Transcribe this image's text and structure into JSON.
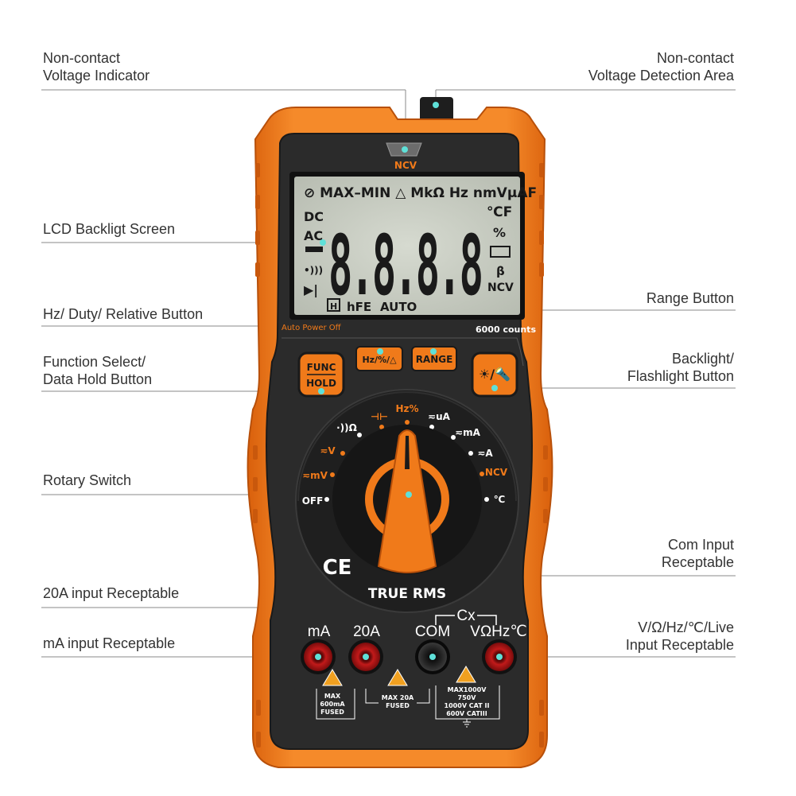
{
  "colors": {
    "body_orange": "#f07a1a",
    "body_dark": "#2a2a2a",
    "lcd_bg": "#c9cdc4",
    "callout_line": "#888888",
    "leader_dot": "#5fe0d8"
  },
  "callouts": {
    "ncv_indicator": {
      "line1": "Non-contact",
      "line2": "Voltage Indicator"
    },
    "ncv_area": {
      "line1": "Non-contact",
      "line2": "Voltage Detection Area"
    },
    "lcd": {
      "line1": "LCD Backligt Screen"
    },
    "hz_button": {
      "line1": "Hz/ Duty/ Relative Button"
    },
    "range_button": {
      "line1": "Range Button"
    },
    "func_button": {
      "line1": "Function Select/",
      "line2": "Data Hold Button"
    },
    "backlight_button": {
      "line1": "Backlight/",
      "line2": "Flashlight Button"
    },
    "rotary": {
      "line1": "Rotary Switch"
    },
    "com_input": {
      "line1": "Com Input",
      "line2": "Receptable"
    },
    "a20_input": {
      "line1": "20A input Receptable"
    },
    "ma_input": {
      "line1": "mA input Receptable"
    },
    "v_input": {
      "line1": "V/Ω/Hz/℃/Live",
      "line2": "Input Receptable"
    }
  },
  "meter": {
    "ncv_label": "NCV",
    "lcd": {
      "top_row": "⊘ MAX–MIN △  MkΩ Hz nmVμAF",
      "dc": "DC",
      "ac": "AC",
      "minus": "–",
      "digits": "8.8.8.8",
      "sound": "•)))",
      "diode": "▶|",
      "hold": "H",
      "hfe": "hFE",
      "auto": "AUTO",
      "temp": "℃F",
      "percent": "%",
      "beta": "β",
      "ncv": "NCV"
    },
    "auto_power_off": "Auto Power Off",
    "counts": "6000 counts",
    "buttons": {
      "func_top": "FUNC",
      "func_bottom": "HOLD",
      "hz": "Hz/%/△",
      "range": "RANGE",
      "light": "☀/🔦"
    },
    "dial": {
      "positions": [
        "⊣⊢",
        "Hz%",
        "≂uA",
        "≂mA",
        "≂A",
        "NCV",
        "℃",
        "OFF",
        "≂mV",
        "≂V",
        "·))Ω"
      ],
      "ce": "CE",
      "true_rms": "TRUE RMS"
    },
    "jacks": {
      "ma": "mA",
      "a20": "20A",
      "com": "COM",
      "v": "VΩHz℃",
      "cx": "Cx"
    },
    "warnings": {
      "ma_line1": "MAX",
      "ma_line2": "600mA",
      "ma_line3": "FUSED",
      "a20_line1": "MAX 20A",
      "a20_line2": "FUSED",
      "v_line1": "MAX1000V",
      "v_line2": "750V",
      "v_line3": "1000V CAT II",
      "v_line4": "600V CATIII"
    }
  }
}
